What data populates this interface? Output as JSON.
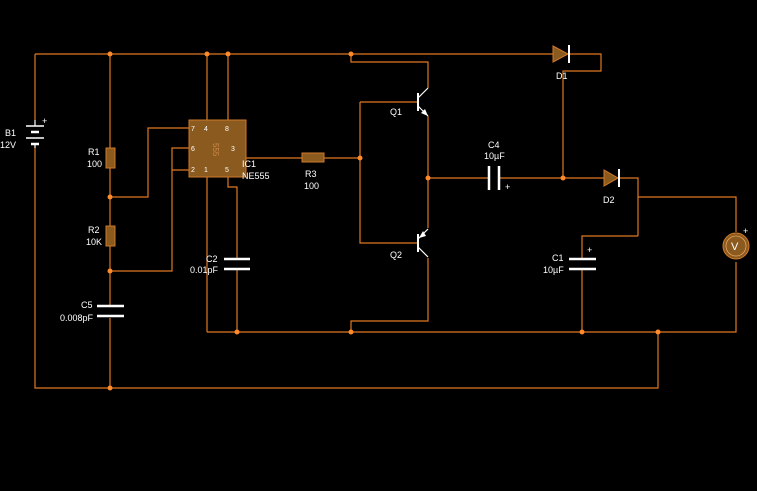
{
  "colors": {
    "background": "#000000",
    "wire": "#e07820",
    "component_fill": "#8a5a1e",
    "component_stroke": "#d07a2a",
    "lead": "#ffffff",
    "text": "#ffffff"
  },
  "components": {
    "battery": {
      "ref": "B1",
      "value": "12V",
      "plus": "+"
    },
    "r1": {
      "ref": "R1",
      "value": "100"
    },
    "r2": {
      "ref": "R2",
      "value": "10K"
    },
    "r3": {
      "ref": "R3",
      "value": "100"
    },
    "c1": {
      "ref": "C1",
      "value": "10µF",
      "plus": "+"
    },
    "c2": {
      "ref": "C2",
      "value": "0.01pF"
    },
    "c4": {
      "ref": "C4",
      "value": "10µF",
      "plus": "+"
    },
    "c5": {
      "ref": "C5",
      "value": "0.008pF"
    },
    "ic1": {
      "ref": "IC1",
      "value": "NE555",
      "chip_text": "555",
      "pins": {
        "p1": "1",
        "p2": "2",
        "p4": "4",
        "p5": "5",
        "p6": "6",
        "p7": "7",
        "p8": "8",
        "p3": "3"
      }
    },
    "q1": {
      "ref": "Q1"
    },
    "q2": {
      "ref": "Q2"
    },
    "d1": {
      "ref": "D1"
    },
    "d2": {
      "ref": "D2"
    },
    "voltmeter": {
      "symbol": "V",
      "plus": "+"
    }
  }
}
